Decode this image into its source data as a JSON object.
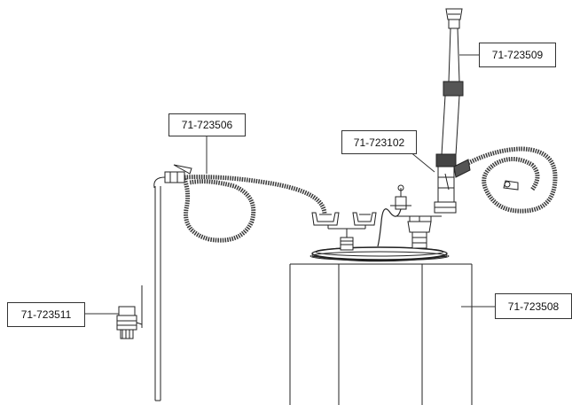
{
  "labels": {
    "p_723509": "71-723509",
    "p_723506": "71-723506",
    "p_723102": "71-723102",
    "p_723511": "71-723511",
    "p_723508": "71-723508"
  },
  "colors": {
    "line": "#222222",
    "hose": "#3a3a3a",
    "background": "#ffffff"
  }
}
